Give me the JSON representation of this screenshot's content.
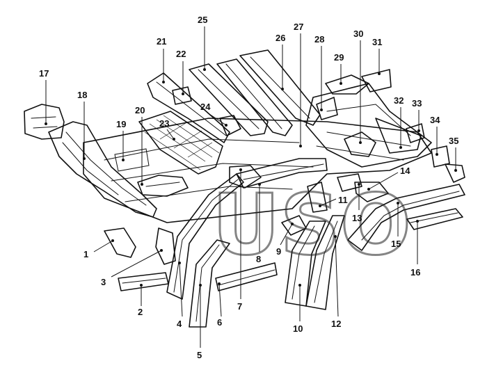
{
  "diagram": {
    "callouts": [
      "1",
      "2",
      "3",
      "4",
      "5",
      "6",
      "7",
      "8",
      "9",
      "10",
      "11",
      "12",
      "13",
      "14",
      "15",
      "16",
      "17",
      "18",
      "19",
      "20",
      "21",
      "22",
      "23",
      "24",
      "25",
      "26",
      "27",
      "28",
      "29",
      "30",
      "31",
      "32",
      "33",
      "34",
      "35"
    ],
    "watermark": "USO"
  }
}
